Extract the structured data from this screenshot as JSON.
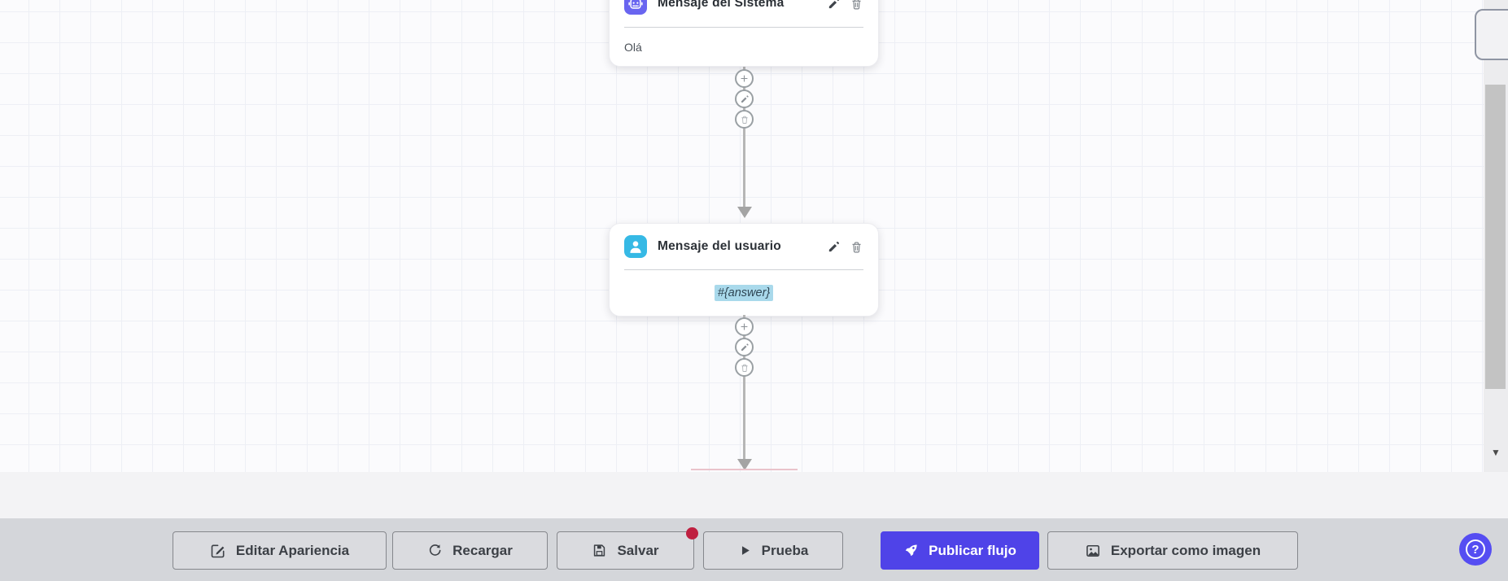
{
  "canvas": {
    "nodes": [
      {
        "type": "system",
        "icon": "robot-icon",
        "icon_color": "#6965f0",
        "title": "Mensaje del Sistema",
        "content": "Olá"
      },
      {
        "type": "user",
        "icon": "user-icon",
        "icon_color": "#36b9e5",
        "title": "Mensaje del usuario",
        "content": "#{answer}",
        "content_highlighted": true
      }
    ],
    "node_actions": [
      "pencil-icon",
      "trash-icon"
    ],
    "connector_buttons": [
      "plus-icon",
      "pencil-icon",
      "trash-icon"
    ]
  },
  "toolbar": {
    "buttons": [
      {
        "id": "edit-appearance",
        "icon": "pencil-square-icon",
        "label": "Editar Apariencia"
      },
      {
        "id": "reload",
        "icon": "refresh-icon",
        "label": "Recargar"
      },
      {
        "id": "save",
        "icon": "floppy-icon",
        "label": "Salvar",
        "unsaved_badge": true
      },
      {
        "id": "test",
        "icon": "play-icon",
        "label": "Prueba"
      },
      {
        "id": "publish",
        "icon": "rocket-icon",
        "label": "Publicar flujo",
        "primary": true
      },
      {
        "id": "export-image",
        "icon": "image-icon",
        "label": "Exportar como imagen"
      }
    ],
    "help_label": "?"
  },
  "colors": {
    "canvas_bg": "#fbfbfd",
    "grid_line": "#edeff5",
    "system_icon_bg": "#6965f0",
    "user_icon_bg": "#36b9e5",
    "primary_button_bg": "#4f43e8",
    "help_button_bg": "#554df2",
    "unsaved_badge": "#bf2040",
    "variable_highlight": "#a9d9eb",
    "toolbar_bg": "#d4d6da",
    "connector": "#b6b6b6"
  }
}
